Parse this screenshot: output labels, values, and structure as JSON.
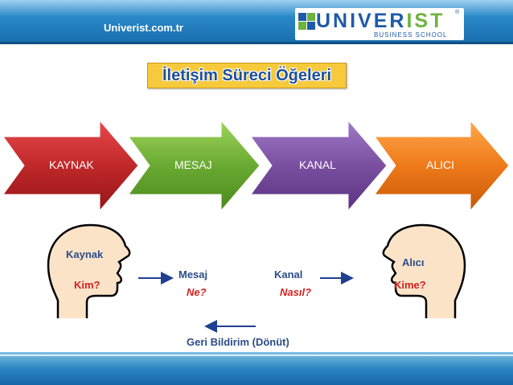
{
  "header": {
    "site_label": "Univerist.com.tr",
    "logo": {
      "word_part1": "UNIVER",
      "word_part2": "IST",
      "subtitle": "BUSINESS SCHOOL",
      "registered": "®",
      "colors": {
        "blue": "#1e5aa8",
        "green": "#6db33f"
      }
    }
  },
  "title": "İletişim Süreci Öğeleri",
  "process": {
    "steps": [
      {
        "label": "KAYNAK",
        "color": "#c0282a"
      },
      {
        "label": "MESAJ",
        "color": "#6aaa32"
      },
      {
        "label": "KANAL",
        "color": "#7a4fa0"
      },
      {
        "label": "ALICI",
        "color": "#ee7a1a"
      }
    ]
  },
  "diagram": {
    "sender": {
      "role": "Kaynak",
      "question": "Kim?"
    },
    "receiver": {
      "role": "Alıcı",
      "question": "Kime?"
    },
    "message": {
      "label": "Mesaj",
      "question": "Ne?"
    },
    "channel": {
      "label": "Kanal",
      "question": "Nasıl?"
    },
    "feedback": "Geri Bildirim (Dönüt)",
    "colors": {
      "text_blue": "#2a4c8a",
      "text_red": "#d42020",
      "head_fill": "#fbe3c8",
      "head_stroke": "#000000",
      "arrow": "#1f3f8f"
    }
  }
}
